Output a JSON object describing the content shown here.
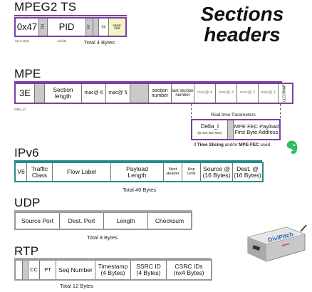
{
  "headline": {
    "line1": "Sections",
    "line2": "headers"
  },
  "mpeg2ts": {
    "title": "MPEG2 TS",
    "cells": [
      "0x47",
      "",
      "PID",
      "",
      "",
      "cc",
      "adapt-\nfield"
    ],
    "tei_label": "TEI",
    "sync_label": "Sync Byte",
    "bits_label": "13 bits",
    "scrambling_label": "scr",
    "total": "Total 4 Bytes"
  },
  "mpe": {
    "title": "MPE",
    "cells": [
      "3E",
      "",
      "Section\nlength",
      "mac@ 6",
      "mac@ 5",
      "",
      "section\nnumber",
      "last section\nnumber",
      "mac@ 4",
      "mac@ 3",
      "mac@ 2",
      "mac@ 1",
      "LLC/SNAP"
    ],
    "table_id_label": "table_id",
    "rt_title": "Real time Parameters",
    "delta_t": "Delta_t",
    "delta_sub": "(to next time slice)",
    "fec": "MPE FEC Payload\nFirst Byte Address",
    "note_pre": "if ",
    "note_b1": "Time Slicing",
    "note_mid": " and/or ",
    "note_b2": "MPE-FEC",
    "note_post": " used"
  },
  "ipv6": {
    "title": "IPv6",
    "cells": [
      "V6",
      "Traffic\nClass",
      "Flow Label",
      "Payload\nLength",
      "Next\nHeader",
      "Hop\nLimit",
      "Source @\n(16 Bytes)",
      "Dest. @\n(16 Bytes)"
    ],
    "total": "Total 40 Bytes"
  },
  "udp": {
    "title": "UDP",
    "cells": [
      "Source Port",
      "Dest. Port",
      "Length",
      "Checksum"
    ],
    "total": "Total 8 Bytes"
  },
  "rtp": {
    "title": "RTP",
    "cells": [
      "",
      "",
      "CC",
      "PT",
      "Seq Number",
      "Timestamp\n(4 Bytes)",
      "SSRC ID\n(4 Bytes)",
      "CSRC IDs\n(nx4 Bytes)"
    ],
    "total": "Total 12 Bytes"
  },
  "device": {
    "brand": "DiviPitch"
  },
  "colors": {
    "purple": "#7b3fa0",
    "teal": "#2a8a8a",
    "gray_rule": "#aaaaaa",
    "evernote": "#2dbe60"
  }
}
